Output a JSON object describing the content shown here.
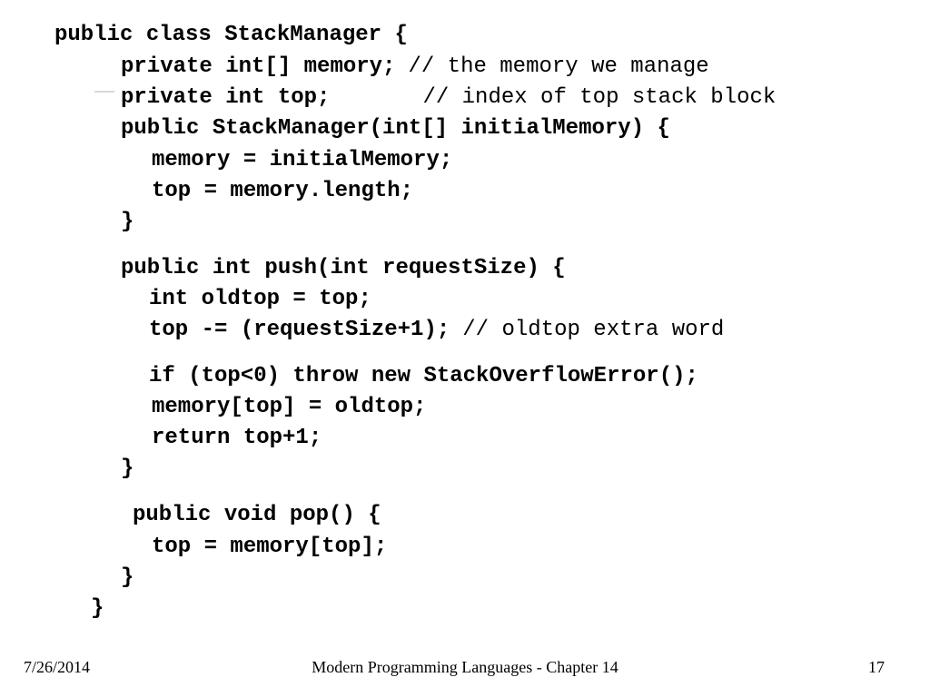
{
  "slide": {
    "lines": [
      {
        "code": "public class StackManager {",
        "comment": ""
      },
      {
        "code": "private int[] memory;",
        "comment": "// the memory we manage"
      },
      {
        "code": "private int top;",
        "comment": "// index of top stack block"
      },
      {
        "code": "public StackManager(int[] initialMemory) {",
        "comment": ""
      },
      {
        "code": "memory = initialMemory;",
        "comment": ""
      },
      {
        "code": "top = memory.length;",
        "comment": ""
      },
      {
        "code": "}",
        "comment": ""
      },
      {
        "code": "public int push(int requestSize) {",
        "comment": ""
      },
      {
        "code": "int oldtop = top;",
        "comment": ""
      },
      {
        "code": "top -= (requestSize+1);",
        "comment": "// oldtop extra word"
      },
      {
        "code": "if (top<0) throw new StackOverflowError();",
        "comment": ""
      },
      {
        "code": "memory[top] = oldtop;",
        "comment": ""
      },
      {
        "code": "return top+1;",
        "comment": ""
      },
      {
        "code": "}",
        "comment": ""
      },
      {
        "code": "public void pop() {",
        "comment": ""
      },
      {
        "code": "top = memory[top];",
        "comment": ""
      },
      {
        "code": "}",
        "comment": ""
      },
      {
        "code": "}",
        "comment": ""
      }
    ]
  },
  "footer": {
    "date": "7/26/2014",
    "title": "Modern Programming Languages - Chapter 14",
    "page": "17"
  }
}
